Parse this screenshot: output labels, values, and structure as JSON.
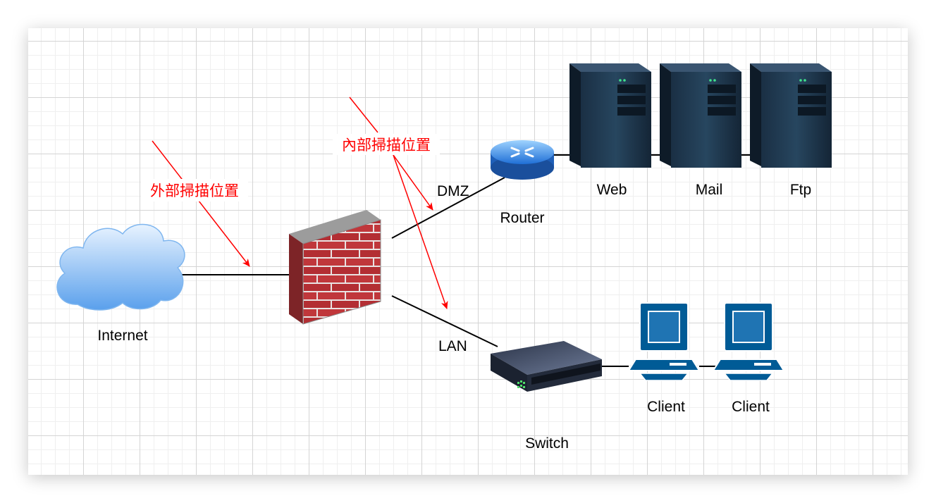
{
  "colors": {
    "annotation": "#ff0000",
    "link": "#000000",
    "grid_major": "#d4d4d4",
    "grid_minor": "#efefef"
  },
  "nodes": {
    "internet": {
      "label": "Internet",
      "icon": "cloud-icon"
    },
    "firewall": {
      "label": "",
      "icon": "firewall-icon"
    },
    "router": {
      "label": "Router",
      "icon": "router-icon"
    },
    "switch": {
      "label": "Switch",
      "icon": "switch-icon"
    },
    "servers": [
      {
        "label": "Web",
        "icon": "server-icon"
      },
      {
        "label": "Mail",
        "icon": "server-icon"
      },
      {
        "label": "Ftp",
        "icon": "server-icon"
      }
    ],
    "clients": [
      {
        "label": "Client",
        "icon": "desktop-computer-icon"
      },
      {
        "label": "Client",
        "icon": "desktop-computer-icon"
      }
    ]
  },
  "links": {
    "dmz": "DMZ",
    "lan": "LAN"
  },
  "annotations": {
    "external_scan": "外部掃描位置",
    "internal_scan": "內部掃描位置"
  }
}
